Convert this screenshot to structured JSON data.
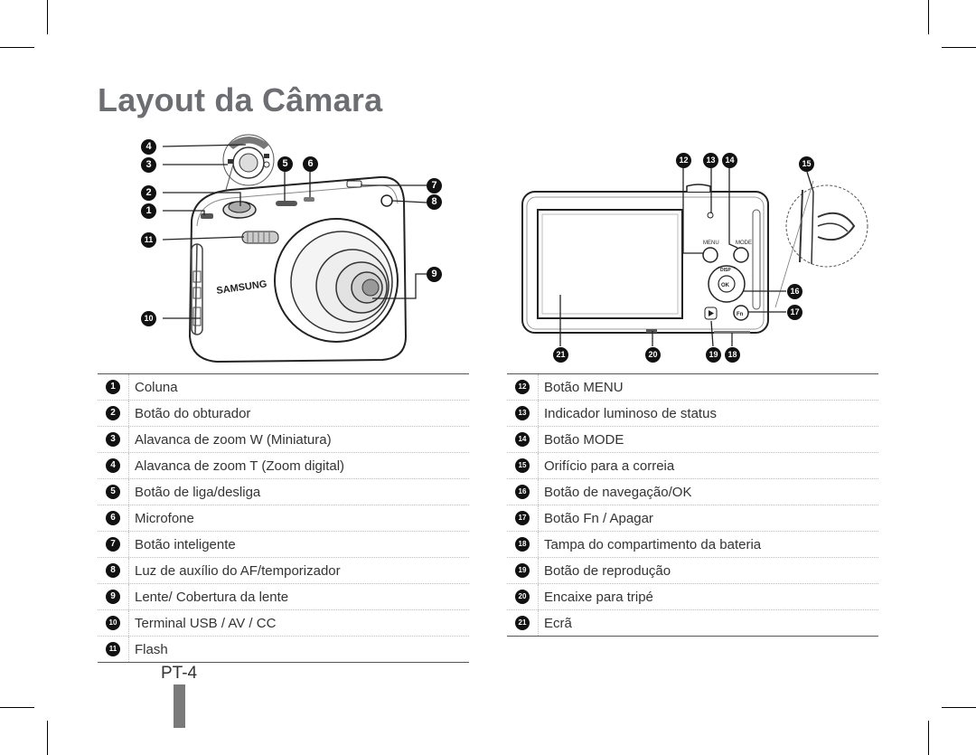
{
  "page": {
    "title": "Layout da Câmara",
    "page_number": "PT-4"
  },
  "front_view": {
    "callouts": [
      "1",
      "2",
      "3",
      "4",
      "5",
      "6",
      "7",
      "8",
      "9",
      "10",
      "11"
    ],
    "brand": "SAMSUNG"
  },
  "back_view": {
    "callouts": [
      "12",
      "13",
      "14",
      "15",
      "16",
      "17",
      "18",
      "19",
      "20",
      "21"
    ],
    "button_labels": {
      "menu": "MENU",
      "mode": "MODE",
      "disp": "DISP",
      "ok": "OK",
      "fn": "Fn"
    }
  },
  "left_table": [
    {
      "n": "1",
      "label": "Coluna"
    },
    {
      "n": "2",
      "label": "Botão do obturador"
    },
    {
      "n": "3",
      "label": "Alavanca de zoom W (Miniatura)"
    },
    {
      "n": "4",
      "label": "Alavanca de zoom T (Zoom digital)"
    },
    {
      "n": "5",
      "label": "Botão de liga/desliga"
    },
    {
      "n": "6",
      "label": "Microfone"
    },
    {
      "n": "7",
      "label": "Botão inteligente"
    },
    {
      "n": "8",
      "label": "Luz de auxílio do AF/temporizador"
    },
    {
      "n": "9",
      "label": "Lente/ Cobertura da lente"
    },
    {
      "n": "10",
      "label": "Terminal USB / AV / CC"
    },
    {
      "n": "11",
      "label": "Flash"
    }
  ],
  "right_table": [
    {
      "n": "12",
      "label": "Botão MENU"
    },
    {
      "n": "13",
      "label": "Indicador luminoso de status"
    },
    {
      "n": "14",
      "label": "Botão MODE"
    },
    {
      "n": "15",
      "label": "Orifício para a correia"
    },
    {
      "n": "16",
      "label": "Botão de navegação/OK"
    },
    {
      "n": "17",
      "label": "Botão Fn / Apagar"
    },
    {
      "n": "18",
      "label": "Tampa do compartimento da bateria"
    },
    {
      "n": "19",
      "label": "Botão de reprodução"
    },
    {
      "n": "20",
      "label": "Encaixe para tripé"
    },
    {
      "n": "21",
      "label": "Ecrã"
    }
  ]
}
